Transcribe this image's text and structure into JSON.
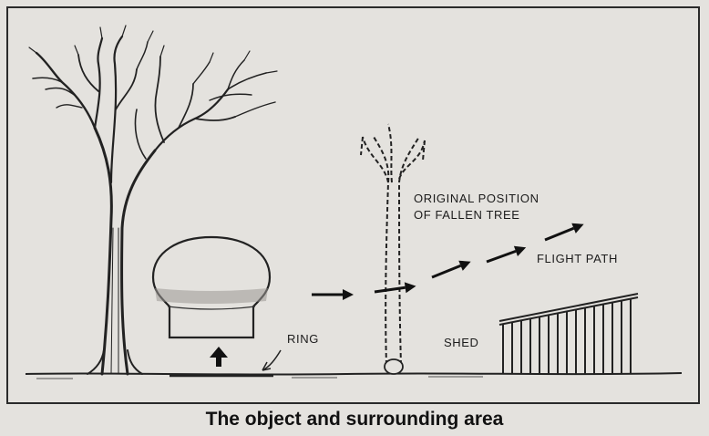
{
  "diagram": {
    "labels": {
      "original_position": "ORIGINAL POSITION",
      "of_fallen_tree": "OF FALLEN TREE",
      "flight_path": "FLIGHT PATH",
      "ring": "RING",
      "shed": "SHED"
    },
    "caption": "The object and surrounding area"
  }
}
